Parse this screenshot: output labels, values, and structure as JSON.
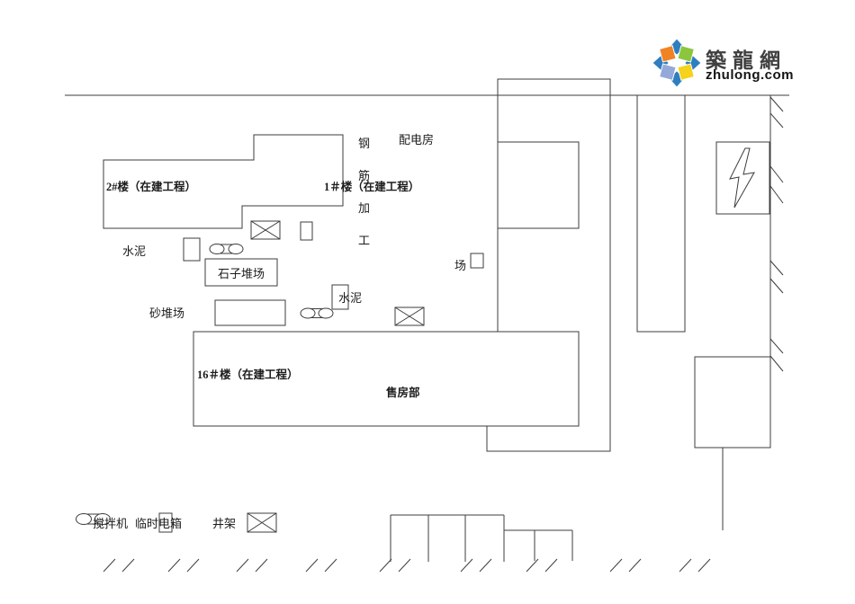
{
  "logo": {
    "site_name": "築龍網",
    "domain": "zhulong.com",
    "colors": {
      "blue": "#2E7EC0",
      "orange": "#F08324",
      "green": "#8CC63E",
      "light_blue": "#93A9DA",
      "yellow": "#F5D21B"
    }
  },
  "plan": {
    "building2_label": "2#楼（在建工程）",
    "building1_label": "1＃楼（在建工程）",
    "building16_label": "16＃楼（在建工程）",
    "sales_office_label": "售房部",
    "power_room_label": "配电房",
    "steel_area_label_vertical": "钢筋加工",
    "steel_area_label_end": "场",
    "cement_label_1": "水泥",
    "cement_label_2": "水泥",
    "gravel_yard_label": "石子堆场",
    "sand_yard_label": "砂堆场"
  },
  "legend": {
    "mixer_label": "搅拌机",
    "electric_box_label": "临时电箱",
    "derrick_label": "井架"
  },
  "line_color": "#3d3d3d"
}
